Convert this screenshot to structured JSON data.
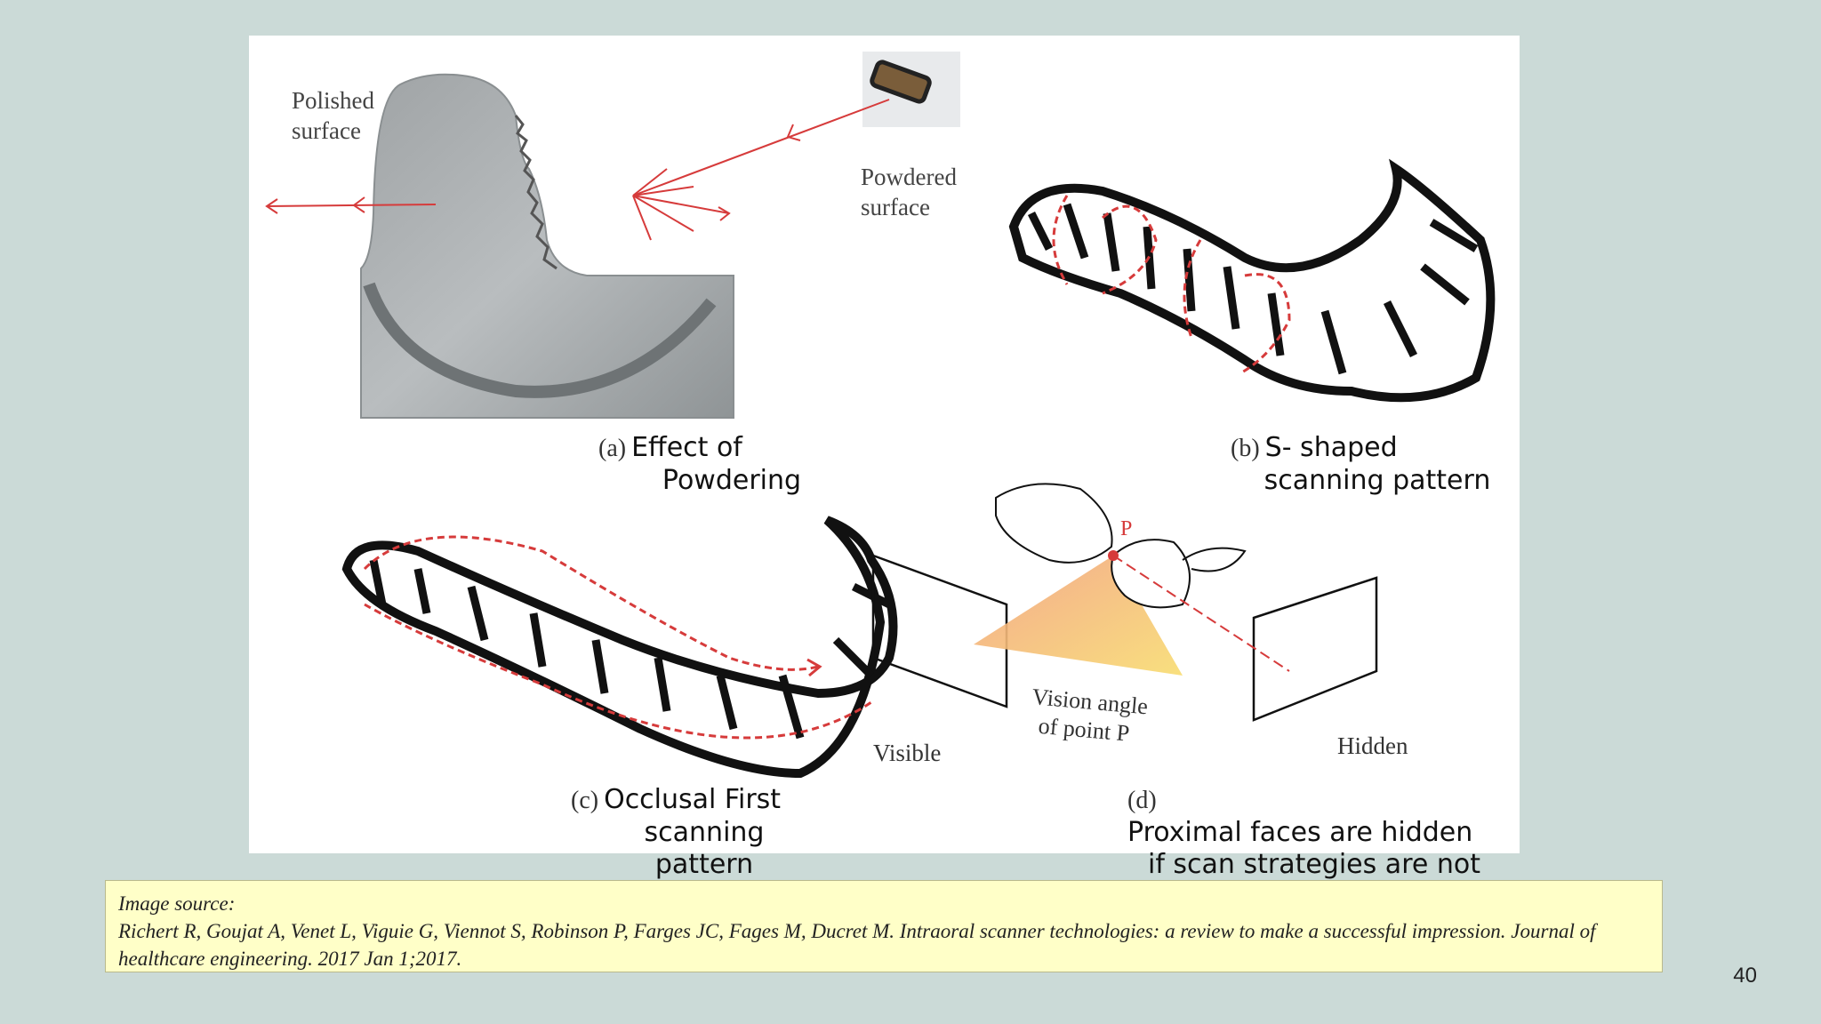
{
  "panel_a": {
    "polished_label": "Polished\nsurface",
    "powdered_label": "Powdered\nsurface",
    "tag": "(a)",
    "caption": "Effect of\nPowdering"
  },
  "panel_b": {
    "tag": "(b)",
    "caption": "S- shaped\nscanning pattern"
  },
  "panel_c": {
    "tag": "(c)",
    "caption": "Occlusal First\nscanning\npattern"
  },
  "panel_d": {
    "point_label": "P",
    "vision_label": "Vision angle\nof point P",
    "visible_label": "Visible",
    "hidden_label": "Hidden",
    "tag": "(d)",
    "caption": "Proximal faces are hidden\nif scan strategies are not\nadopted"
  },
  "source": {
    "heading": "Image source:",
    "citation": "Richert R, Goujat A, Venet L, Viguie G, Viennot S, Robinson P, Farges JC, Fages M, Ducret M. Intraoral scanner technologies: a review to make a successful impression. Journal of healthcare engineering. 2017 Jan 1;2017."
  },
  "page_number": "40",
  "colors": {
    "background": "#cbdad7",
    "arrow_red": "#d63b3b",
    "source_box": "#ffffc8"
  }
}
